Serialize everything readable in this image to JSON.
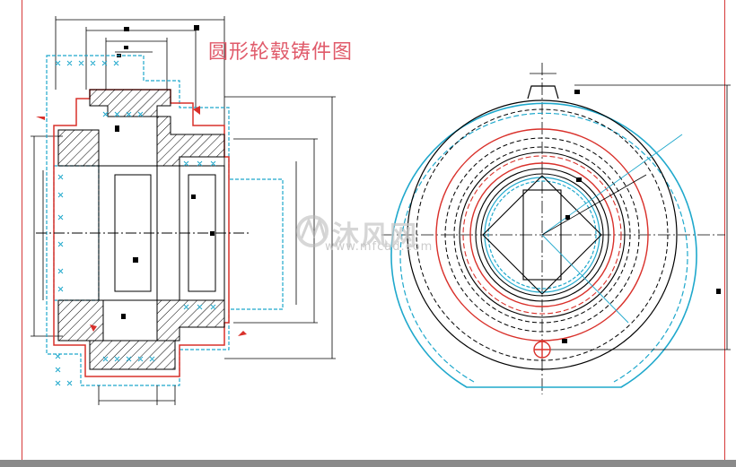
{
  "drawing": {
    "title": "圆形轮毂铸件图"
  },
  "watermark": {
    "brand": "沐风网",
    "url": "www.mfcad.com",
    "logo_icon": "mfcad-logo-icon"
  },
  "colors": {
    "outline": "#000000",
    "machining_allowance": "#d9302a",
    "casting_allowance": "#1fa8cc",
    "frame": "#d63a3a",
    "title": "#e05a6a"
  }
}
